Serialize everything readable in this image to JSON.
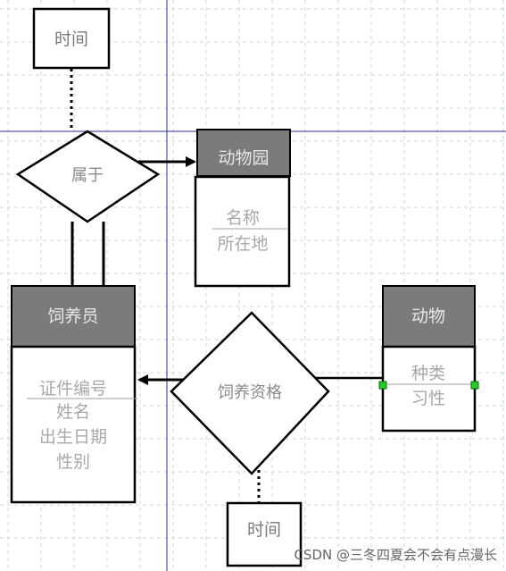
{
  "diagram": {
    "guides": {
      "color": "#2d2d8f",
      "grid_color": "#c8d8d8"
    },
    "colors": {
      "entity_header": "#7b7b7b",
      "connector_handle": "#22cc22"
    },
    "top_time_box": {
      "label": "时间"
    },
    "bottom_time_box": {
      "label": "时间"
    },
    "belongs_relation": {
      "label": "属于"
    },
    "feed_relation": {
      "label": "饲养资格"
    },
    "zoo_entity": {
      "title": "动物园",
      "attributes": [
        "名称",
        "所在地"
      ]
    },
    "keeper_entity": {
      "title": "饲养员",
      "attributes": [
        "证件编号",
        "姓名",
        "出生日期",
        "性别"
      ]
    },
    "animal_entity": {
      "title": "动物",
      "attributes": [
        "种类",
        "习性"
      ]
    }
  },
  "watermark": {
    "text": "CSDN @三冬四夏会不会有点漫长"
  }
}
